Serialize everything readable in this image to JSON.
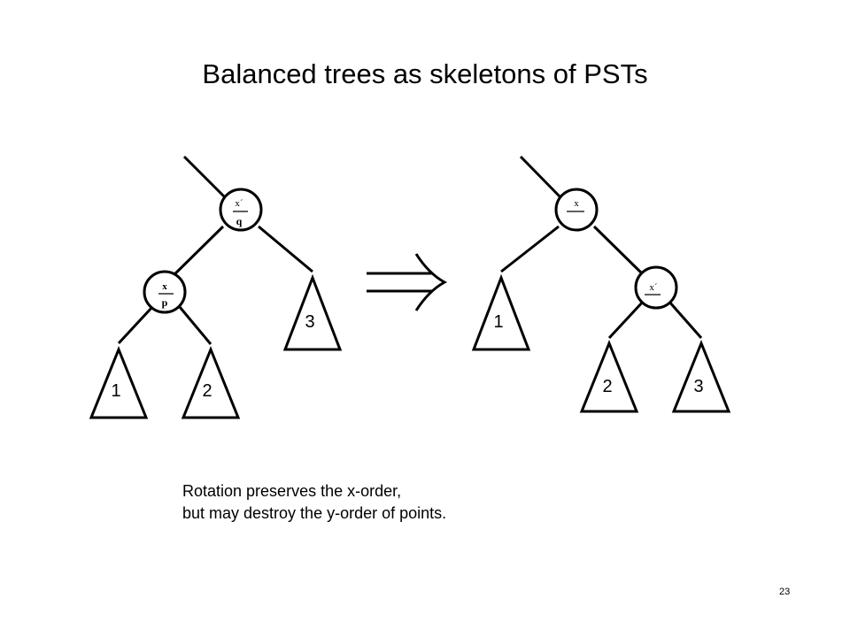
{
  "slide": {
    "title": "Balanced trees as skeletons of PSTs",
    "caption": {
      "line1": "Rotation preserves the x-order,",
      "line2": "but may destroy the y-order of points."
    },
    "page_number": "23"
  },
  "left_tree": {
    "root": {
      "top": "x´",
      "bottom": "q"
    },
    "child": {
      "top": "x",
      "bottom": "p"
    },
    "subtrees": [
      "1",
      "2",
      "3"
    ]
  },
  "right_tree": {
    "root": {
      "top": "x",
      "bottom": ""
    },
    "child": {
      "top": "x´",
      "bottom": ""
    },
    "subtrees": [
      "1",
      "2",
      "3"
    ]
  },
  "arrow": {
    "symbol": "⇒",
    "icon": "double-arrow-right-icon"
  },
  "colors": {
    "ink": "#000000",
    "background": "#ffffff"
  }
}
